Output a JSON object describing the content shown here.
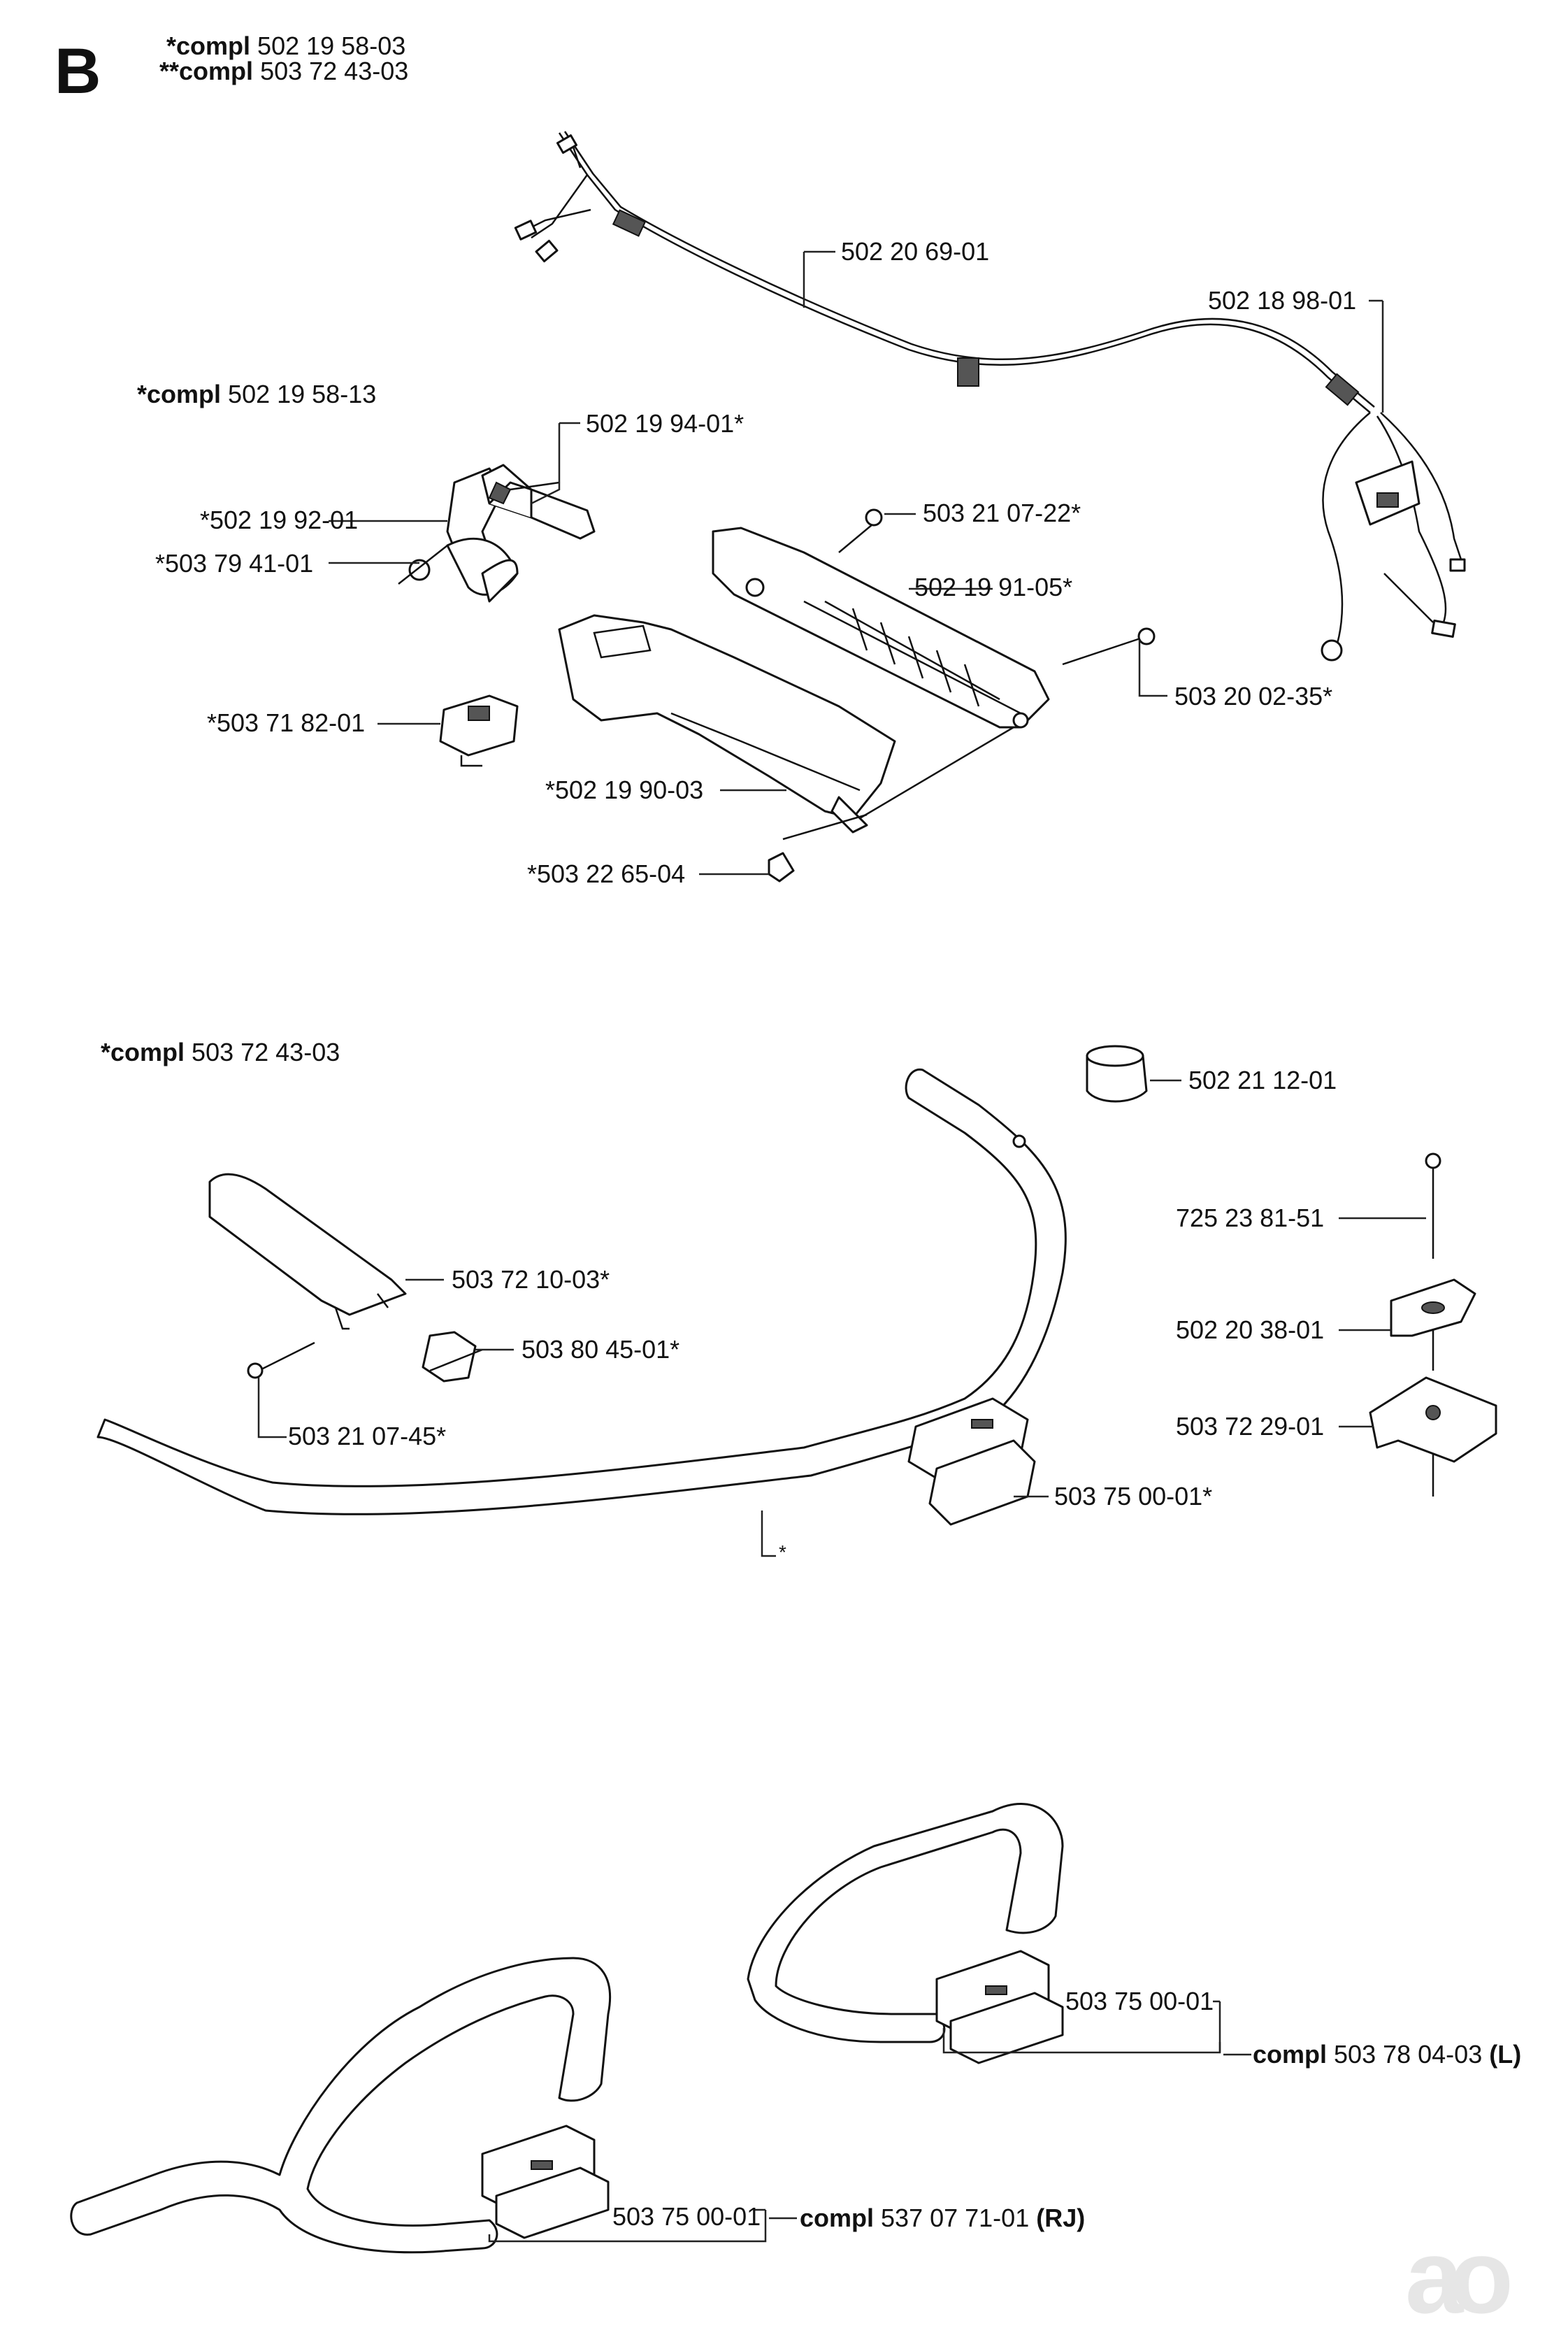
{
  "header": {
    "section": "B",
    "compl_lines": [
      {
        "prefix": "*compl",
        "number": "502 19 58-03"
      },
      {
        "prefix": "**compl",
        "number": "503 72 43-03"
      }
    ]
  },
  "group1": {
    "compl": {
      "prefix": "*compl",
      "number": "502 19 58-13"
    },
    "labels": {
      "cable": "502 20 69-01",
      "cable_end": "502 18 98-01",
      "throttle_trigger": "502 19 94-01*",
      "lever": "*502 19 92-01",
      "lever_pin": "*503 79 41-01",
      "screw_short": "503 21 07-22*",
      "handle_half_right": "502 19 91-05*",
      "screw_long": "503 20 02-35*",
      "stop_switch": "*503 71 82-01",
      "handle_half_left": "*502 19 90-03",
      "nut": "*503 22 65-04"
    }
  },
  "group2": {
    "compl": {
      "prefix": "*compl",
      "number": "503 72 43-03"
    },
    "labels": {
      "clamp_ring": "502 21 12-01",
      "bolt": "725 23 81-51",
      "knob": "502 20 38-01",
      "clamp_top": "503 72 29-01",
      "grip": "503 72 10-03*",
      "sleeve": "503 80 45-01*",
      "screw": "503 21 07-45*",
      "clamp_bottom": "503 75 00-01*",
      "handlebar": "*"
    }
  },
  "group3": {
    "loop_l": {
      "part": "503 75 00-01",
      "compl_prefix": "compl",
      "compl_number": "503 78 04-03",
      "suffix": "(L)"
    },
    "loop_rj": {
      "part": "503 75 00-01",
      "compl_prefix": "compl",
      "compl_number": "537 07 71-01",
      "suffix": "(RJ)"
    }
  }
}
